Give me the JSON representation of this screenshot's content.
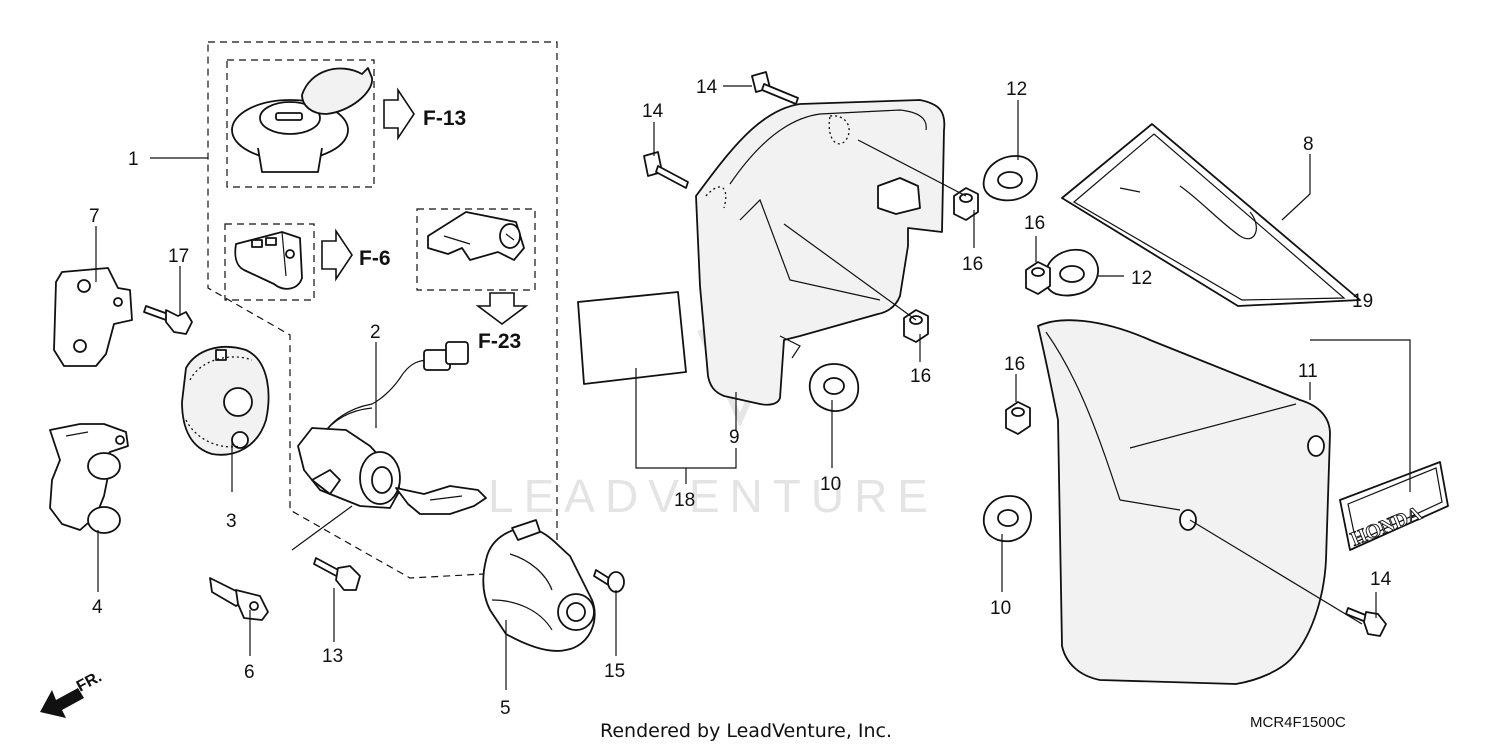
{
  "diagram": {
    "watermark": "LEADVENTURE",
    "credit": "Rendered by LeadVenture, Inc.",
    "code": "MCR4F1500C",
    "direction": "FR.",
    "emblem": "HONDA",
    "refs": {
      "f13": "F-13",
      "f6": "F-6",
      "f23": "F-23"
    },
    "labels": {
      "n1": "1",
      "n2": "2",
      "n3": "3",
      "n4": "4",
      "n5": "5",
      "n6": "6",
      "n7": "7",
      "n8": "8",
      "n9": "9",
      "n10a": "10",
      "n10b": "10",
      "n11": "11",
      "n12a": "12",
      "n12b": "12",
      "n13": "13",
      "n14a": "14",
      "n14b": "14",
      "n14c": "14",
      "n15": "15",
      "n16a": "16",
      "n16b": "16",
      "n16c": "16",
      "n16d": "16",
      "n17": "17",
      "n18": "18",
      "n19": "19"
    }
  }
}
